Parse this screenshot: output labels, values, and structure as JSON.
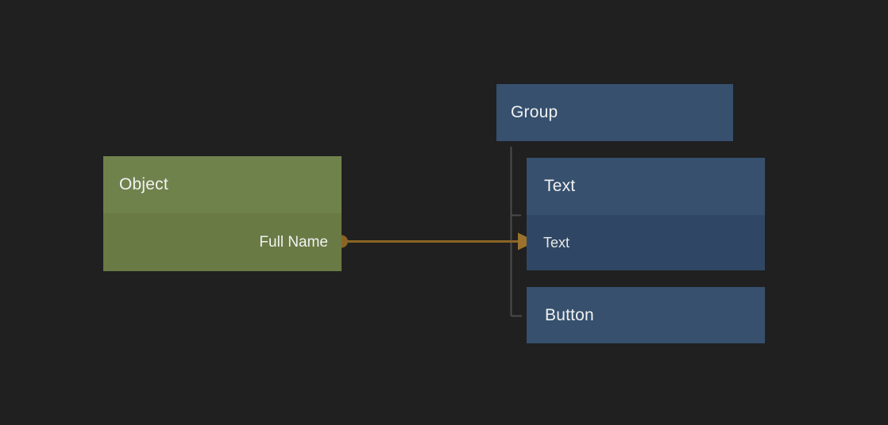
{
  "colors": {
    "bg": "#202020",
    "object-header": "#70824c",
    "object-body": "#697a44",
    "blue-header": "#36506e",
    "blue-row": "#2f4764",
    "tree-line": "#4b4b4b",
    "link": "#8a6425",
    "arrowhead": "#9b722d",
    "text": "#f1f1f1"
  },
  "nodes": {
    "object": {
      "title": "Object",
      "field": "Full Name"
    },
    "group": {
      "title": "Group"
    },
    "text": {
      "title": "Text",
      "field": "Text"
    },
    "button": {
      "title": "Button"
    }
  },
  "connection": {
    "from": "Full Name",
    "to": "Text"
  }
}
